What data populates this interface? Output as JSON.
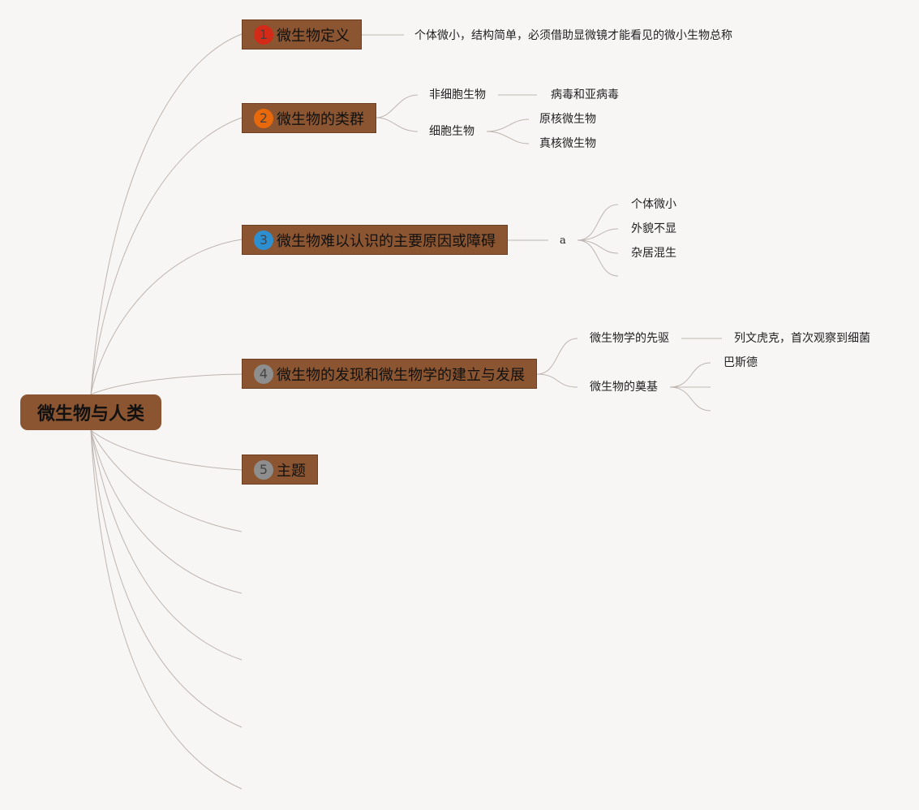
{
  "root": {
    "label": "微生物与人类"
  },
  "topics": [
    {
      "num": "1",
      "label": "微生物定义",
      "badge_color": "#d42a18"
    },
    {
      "num": "2",
      "label": "微生物的类群",
      "badge_color": "#e8690c"
    },
    {
      "num": "3",
      "label": "微生物难以认识的主要原因或障碍",
      "badge_color": "#2e8fd0"
    },
    {
      "num": "4",
      "label": "微生物的发现和微生物学的建立与发展",
      "badge_color": "#8e8e8e"
    },
    {
      "num": "5",
      "label": "主题",
      "badge_color": "#8e8e8e"
    }
  ],
  "leaves": {
    "definition": "个体微小，结构简单，必须借助显微镜才能看见的微小生物总称",
    "non_cellular": "非细胞生物",
    "virus": "病毒和亚病毒",
    "cellular": "细胞生物",
    "prokaryote": "原核微生物",
    "eukaryote": "真核微生物",
    "a_node": "a",
    "tiny": "个体微小",
    "appearance": "外貌不显",
    "mixed": "杂居混生",
    "pioneer": "微生物学的先驱",
    "leeuwenhoek": "列文虎克，首次观察到细菌",
    "foundation": "微生物的奠基",
    "pasteur": "巴斯德"
  },
  "colors": {
    "topic_fill": "#8a5530",
    "line": "#bdb5b0",
    "background": "#f8f6f5"
  }
}
